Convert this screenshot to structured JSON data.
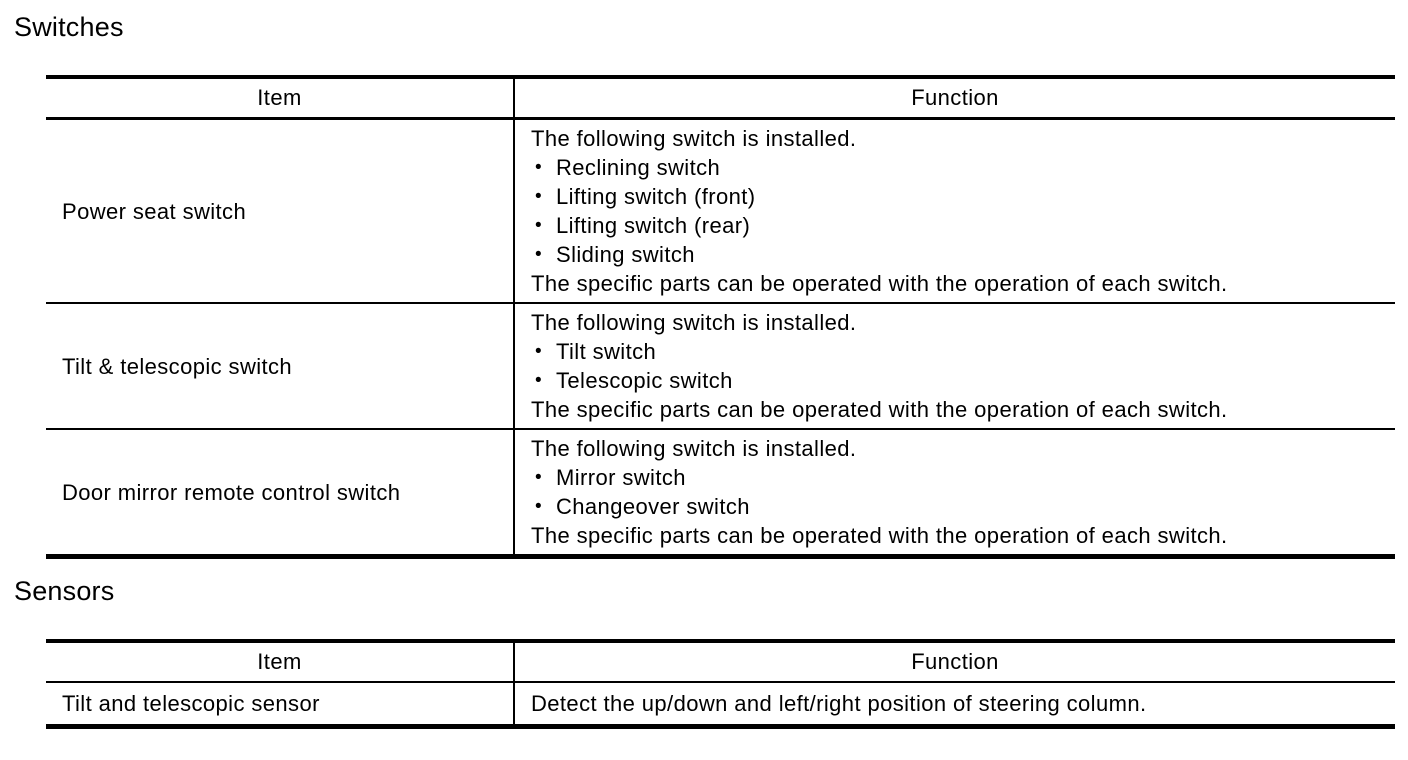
{
  "colors": {
    "background": "#ffffff",
    "text": "#000000",
    "rules": "#000000"
  },
  "icons": {
    "bullet": "•"
  },
  "switches": {
    "heading": "Switches",
    "headers": {
      "item": "Item",
      "function": "Function"
    },
    "rows": [
      {
        "item": "Power seat switch",
        "intro": "The following switch is installed.",
        "bullets": [
          "Reclining switch",
          "Lifting switch (front)",
          "Lifting switch (rear)",
          "Sliding switch"
        ],
        "outro": "The specific parts can be operated with the operation of each switch."
      },
      {
        "item": "Tilt & telescopic switch",
        "intro": "The following switch is installed.",
        "bullets": [
          "Tilt switch",
          "Telescopic switch"
        ],
        "outro": "The specific parts can be operated with the operation of each switch."
      },
      {
        "item": "Door mirror remote control switch",
        "intro": "The following switch is installed.",
        "bullets": [
          "Mirror switch",
          "Changeover switch"
        ],
        "outro": "The specific parts can be operated with the operation of each switch."
      }
    ]
  },
  "sensors": {
    "heading": "Sensors",
    "headers": {
      "item": "Item",
      "function": "Function"
    },
    "rows": [
      {
        "item": "Tilt and telescopic sensor",
        "function": "Detect the up/down and left/right position of steering column."
      }
    ]
  }
}
